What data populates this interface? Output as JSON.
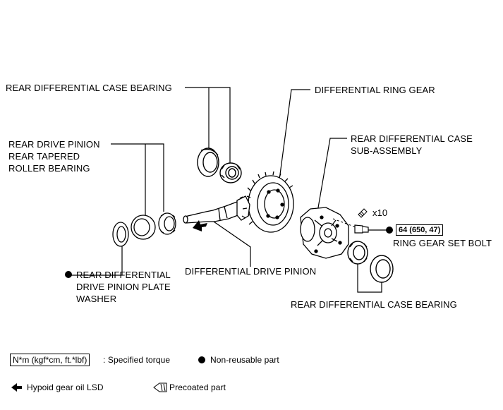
{
  "labels": {
    "rear_case_bearing_top": "REAR DIFFERENTIAL CASE BEARING",
    "ring_gear": "DIFFERENTIAL RING GEAR",
    "pinion_bearing": [
      "REAR DRIVE PINION",
      "REAR TAPERED",
      "ROLLER BEARING"
    ],
    "case_subassembly": [
      "REAR DIFFERENTIAL CASE",
      "SUB-ASSEMBLY"
    ],
    "x10": "x10",
    "torque_value": "64 (650, 47)",
    "ring_gear_bolt": "RING GEAR SET BOLT",
    "plate_washer": [
      "REAR DIFFERENTIAL",
      "DRIVE PINION PLATE",
      "WASHER"
    ],
    "drive_pinion": "DIFFERENTIAL DRIVE PINION",
    "rear_case_bearing_bottom": "REAR DIFFERENTIAL CASE BEARING"
  },
  "legend": {
    "torque_box": "N*m (kgf*cm, ft.*lbf)",
    "torque_text": ": Specified torque",
    "nonreusable": "Non-reusable part",
    "oil": "Hypoid gear oil LSD",
    "precoated": "Precoated part"
  }
}
